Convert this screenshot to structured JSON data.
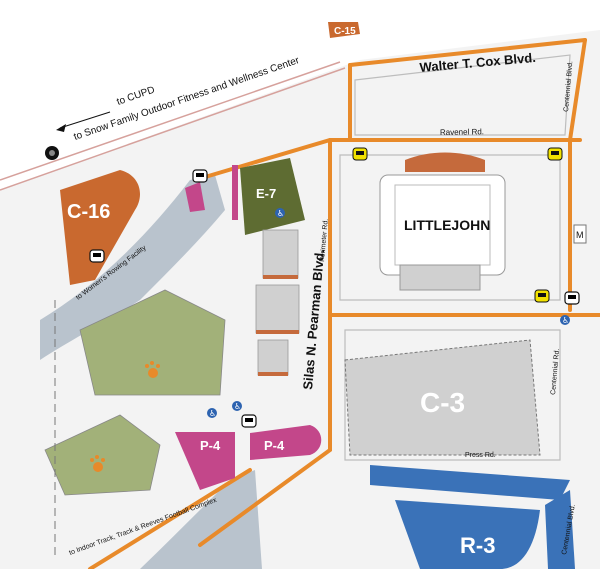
{
  "map": {
    "title": "",
    "colors": {
      "road_orange": "#e88a2a",
      "road_border": "#c9c9c9",
      "ground": "#f3f3f3",
      "water": "#b9c3cd",
      "building_gray": "#d0d0d0",
      "roof_brown": "#c56a3c",
      "lot_c": "#c9692f",
      "lot_e": "#5e6c32",
      "lot_p": "#c3478a",
      "lot_r": "#3a72b8",
      "field_green": "#a2b179"
    },
    "parking_lots": [
      {
        "id": "C-16",
        "label": "C-16"
      },
      {
        "id": "E-7",
        "label": "E-7"
      },
      {
        "id": "C-15",
        "label": "C-15"
      },
      {
        "id": "C-3",
        "label": "C-3"
      },
      {
        "id": "P-4a",
        "label": "P-4"
      },
      {
        "id": "P-4b",
        "label": "P-4"
      },
      {
        "id": "R-3",
        "label": "R-3"
      }
    ],
    "buildings": [
      {
        "id": "littlejohn",
        "label": "LITTLEJOHN"
      }
    ],
    "roads": [
      {
        "id": "walter-cox",
        "label": "Walter T. Cox Blvd."
      },
      {
        "id": "ravenel",
        "label": "Ravenel Rd."
      },
      {
        "id": "centennial-top",
        "label": "Centennial Blvd."
      },
      {
        "id": "centennial-mid",
        "label": "Centennial Rd."
      },
      {
        "id": "silas-pearman",
        "label": "Silas N. Pearman Blvd."
      },
      {
        "id": "perimeter",
        "label": "Perimeter Rd."
      },
      {
        "id": "press",
        "label": "Press Rd."
      },
      {
        "id": "centennial-bottom",
        "label": "Centennial Blvd."
      }
    ],
    "directions": {
      "to_cupd": "to CUPD",
      "to_fitness": "to Snow Family Outdoor Fitness and Wellness Center",
      "to_rowing": "to Women's Rowing Facility",
      "to_track": "to Indoor Track, Track & Reeves Football Complex"
    },
    "markers": {
      "m_label": "M"
    },
    "icons": [
      "bus-icon",
      "ada-icon",
      "tiger-paw-icon",
      "police-badge-icon"
    ]
  }
}
